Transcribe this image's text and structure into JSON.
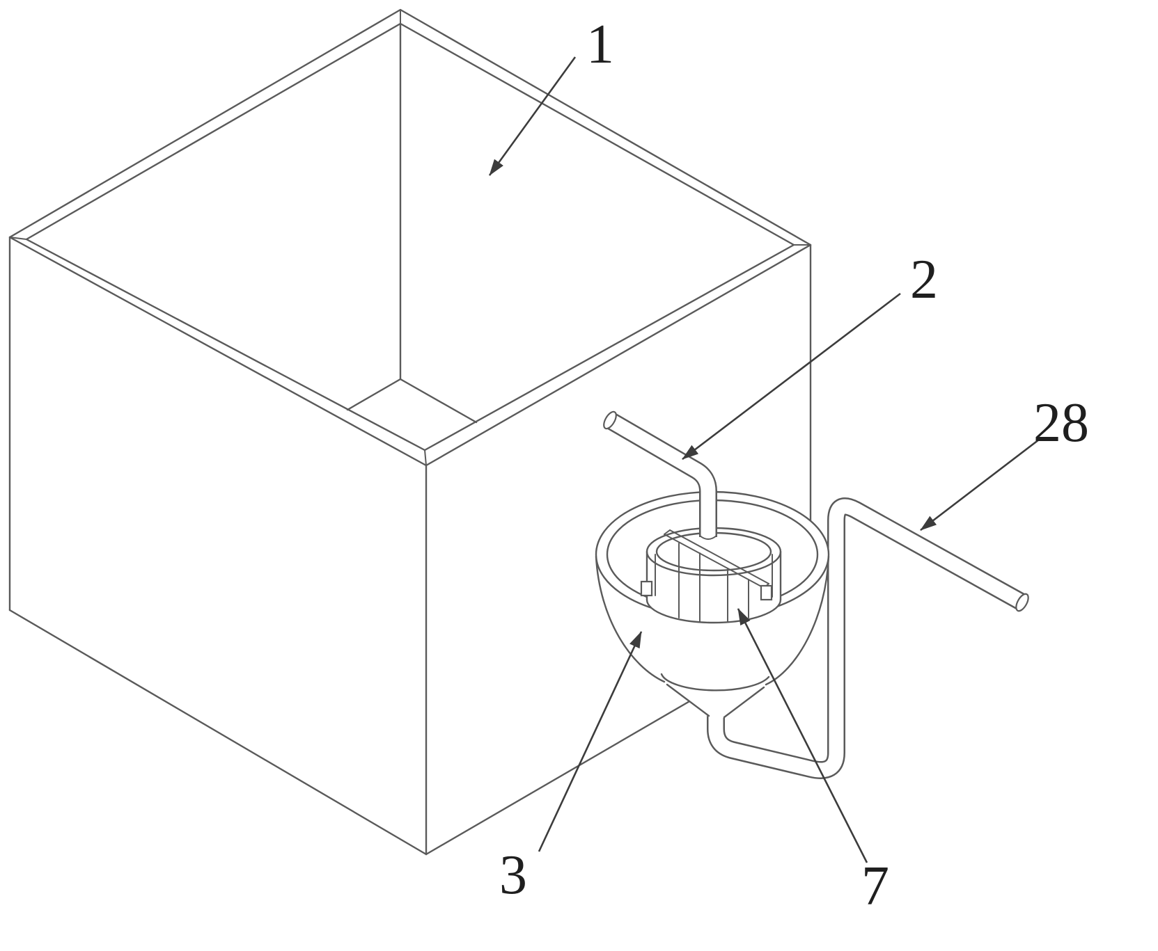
{
  "meta": {
    "background": "#ffffff",
    "line_color": "#5a5a5a",
    "leader_color": "#3c3c3c",
    "label_color": "#1f1f1f"
  },
  "figure": {
    "type": "patent-line-drawing",
    "description_visible_text_only": true
  },
  "labels": {
    "container_box": {
      "text": "1"
    },
    "inlet_pipe": {
      "text": "2"
    },
    "outlet_pipe": {
      "text": "28"
    },
    "funnel_bowl": {
      "text": "3"
    },
    "inner_cylinder": {
      "text": "7"
    }
  }
}
